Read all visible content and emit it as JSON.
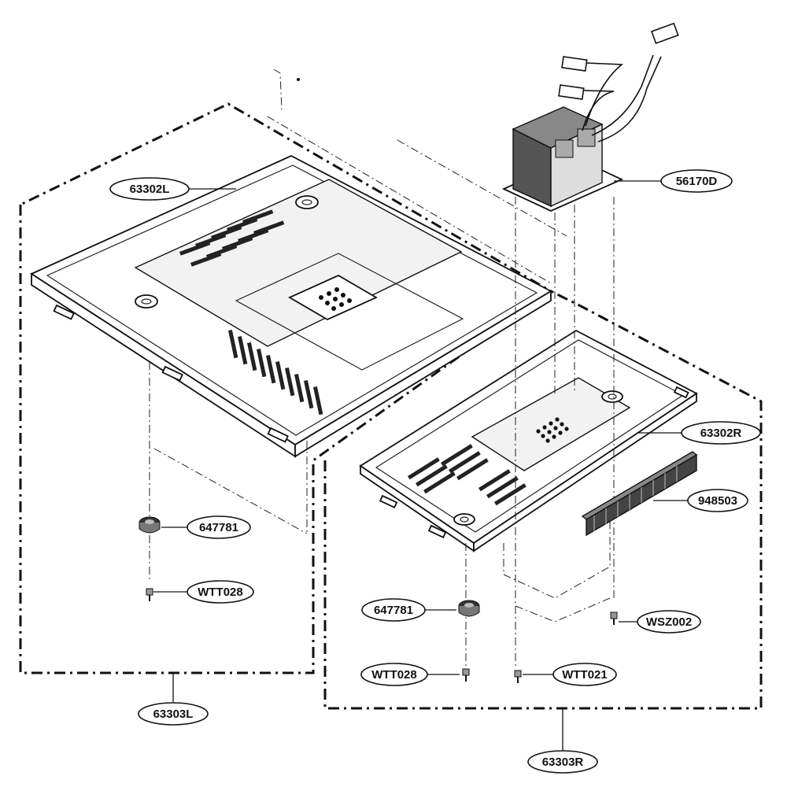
{
  "diagram": {
    "callouts": {
      "top_plate_left": "63302L",
      "transformer": "56170D",
      "top_plate_right": "63302R",
      "filter_strip": "948503",
      "foot_left": "647781",
      "screw_left": "WTT028",
      "foot_right": "647781",
      "screw_right_a": "WTT028",
      "screw_right_b": "WTT021",
      "screw_right_c": "WSZ002",
      "assembly_left": "63303L",
      "assembly_right": "63303R"
    }
  }
}
